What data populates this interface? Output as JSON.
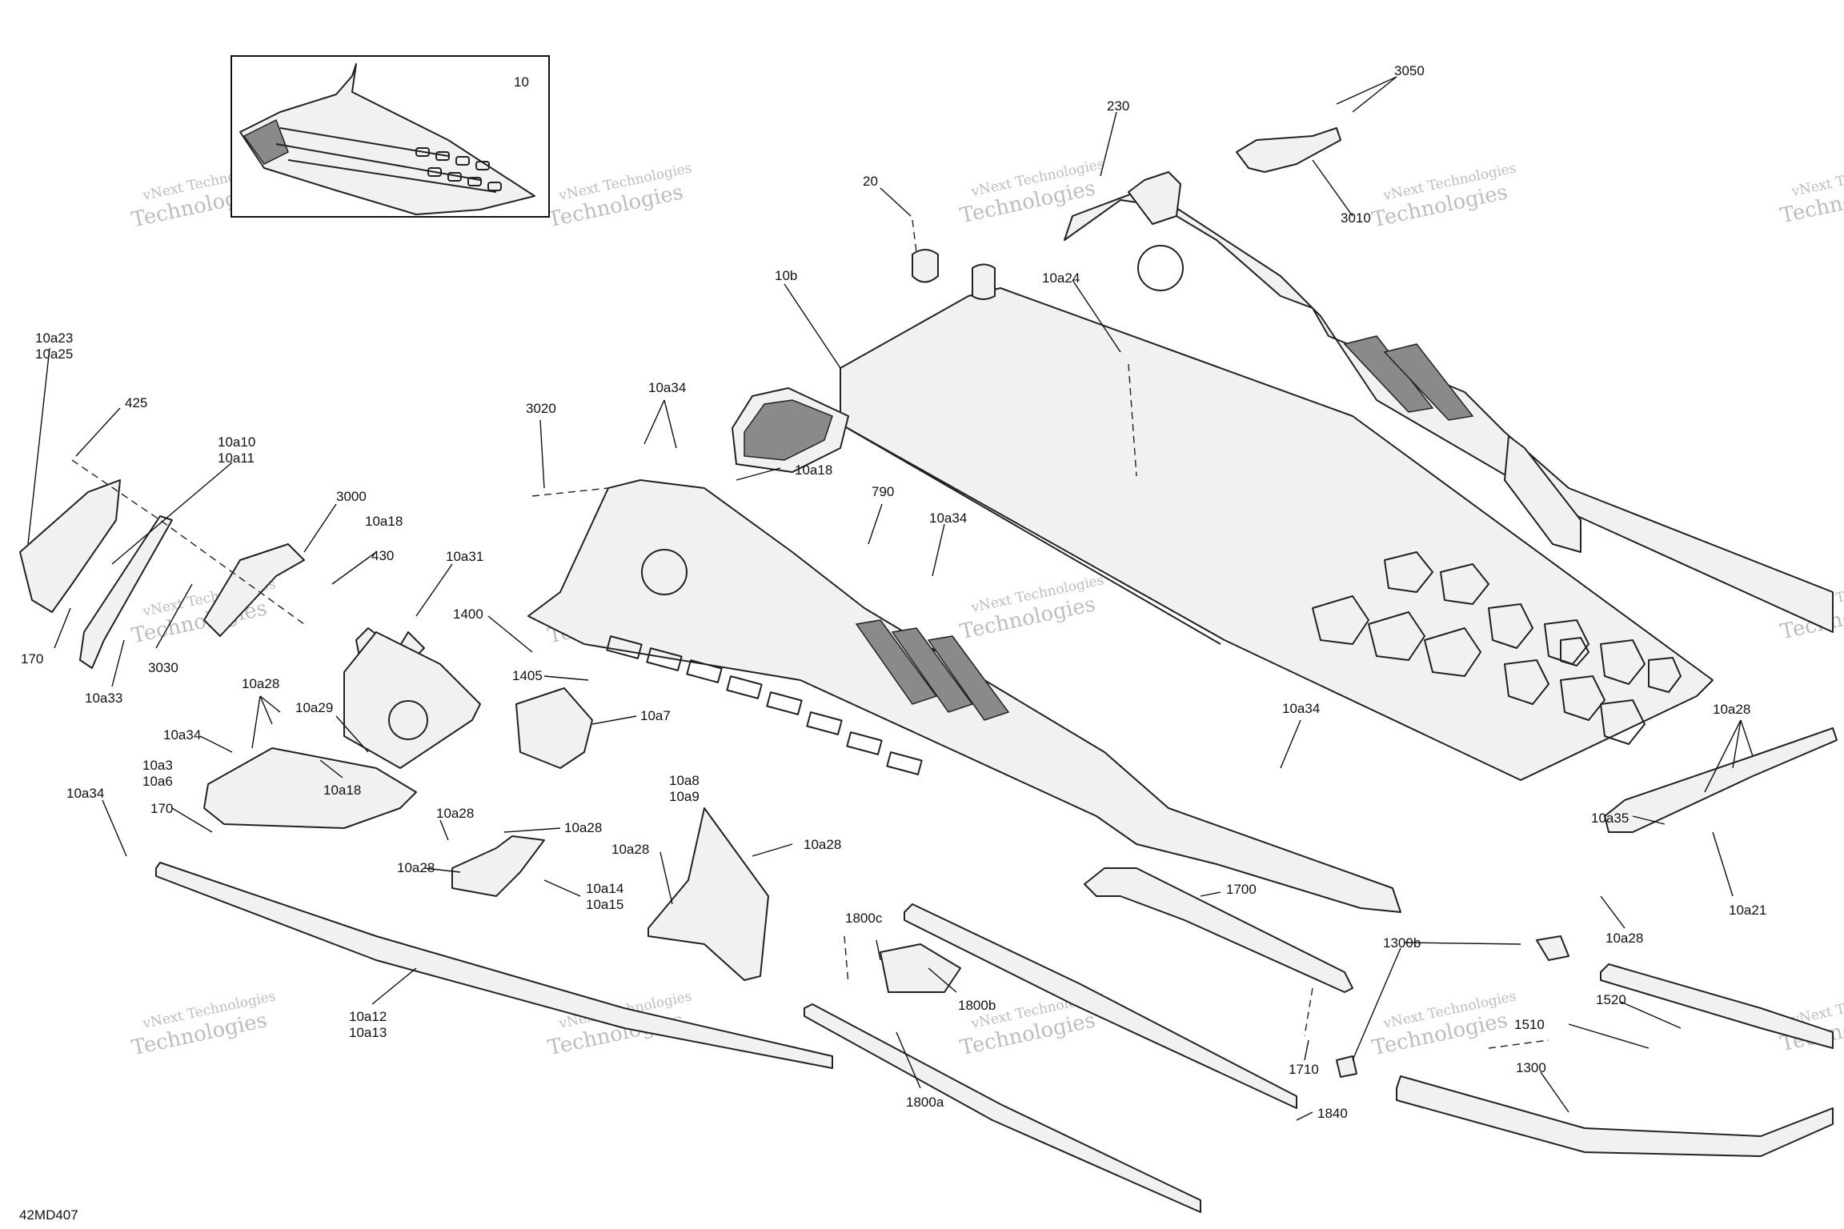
{
  "diagram_code": "42MD407",
  "watermark": {
    "brand": "vNext",
    "line1": "vNext Technologies",
    "line2": "Technologies"
  },
  "callouts": {
    "c10": "10",
    "c10b": "10b",
    "c20": "20",
    "c230": "230",
    "c3050": "3050",
    "c3010": "3010",
    "c10a24": "10a24",
    "c10a23": "10a23",
    "c10a25": "10a25",
    "c425": "425",
    "c10a10": "10a10",
    "c10a11": "10a11",
    "c3000": "3000",
    "c10a18_a": "10a18",
    "c430": "430",
    "c170_a": "170",
    "c3030": "3030",
    "c10a33": "10a33",
    "c3020": "3020",
    "c10a34_a": "10a34",
    "c10a18_b": "10a18",
    "c790": "790",
    "c10a34_b": "10a34",
    "c10a31": "10a31",
    "c1400": "1400",
    "c1405": "1405",
    "c10a7": "10a7",
    "c10a28_a": "10a28",
    "c10a29": "10a29",
    "c10a34_c": "10a34",
    "c10a3": "10a3",
    "c10a6": "10a6",
    "c10a18_c": "10a18",
    "c10a34_d": "10a34",
    "c170_b": "170",
    "c10a28_b": "10a28",
    "c10a28_c": "10a28",
    "c10a28_d": "10a28",
    "c10a14": "10a14",
    "c10a15": "10a15",
    "c10a8": "10a8",
    "c10a9": "10a9",
    "c10a28_e": "10a28",
    "c10a28_f": "10a28",
    "c10a12": "10a12",
    "c10a13": "10a13",
    "c10a34_e": "10a34",
    "c10a28_g": "10a28",
    "c10a35": "10a35",
    "c10a21": "10a21",
    "c10a28_h": "10a28",
    "c1700": "1700",
    "c1800c": "1800c",
    "c1800b": "1800b",
    "c1800a": "1800a",
    "c1710": "1710",
    "c1840": "1840",
    "c1300b": "1300b",
    "c1520": "1520",
    "c1510": "1510",
    "c1300": "1300"
  }
}
